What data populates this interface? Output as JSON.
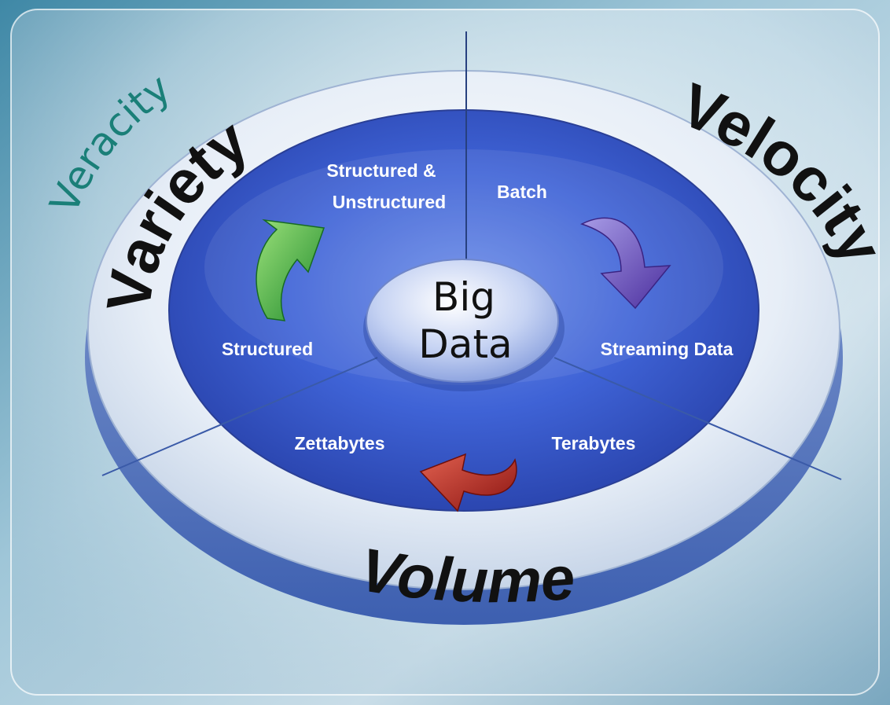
{
  "dimensions": {
    "veracity": "Veracity",
    "variety": "Variety",
    "velocity": "Velocity",
    "volume": "Volume"
  },
  "center": {
    "line1": "Big",
    "line2": "Data"
  },
  "variety_items": {
    "top_line1": "Structured &",
    "top_line2": "Unstructured",
    "bottom": "Structured"
  },
  "velocity_items": {
    "top": "Batch",
    "bottom": "Streaming Data"
  },
  "volume_items": {
    "left": "Zettabytes",
    "right": "Terabytes"
  },
  "icons": [
    "green-curved-arrow-icon",
    "purple-curved-arrow-icon",
    "red-curved-arrow-icon"
  ],
  "colors": {
    "background": "#0f4d6e",
    "ring": "#dfe8f3",
    "inner_disc": "#3f63d6",
    "veracity_text": "#1a7f78",
    "variety_arrow": "#2fa53a",
    "velocity_arrow": "#6a4fc0",
    "volume_arrow": "#b5211b"
  }
}
